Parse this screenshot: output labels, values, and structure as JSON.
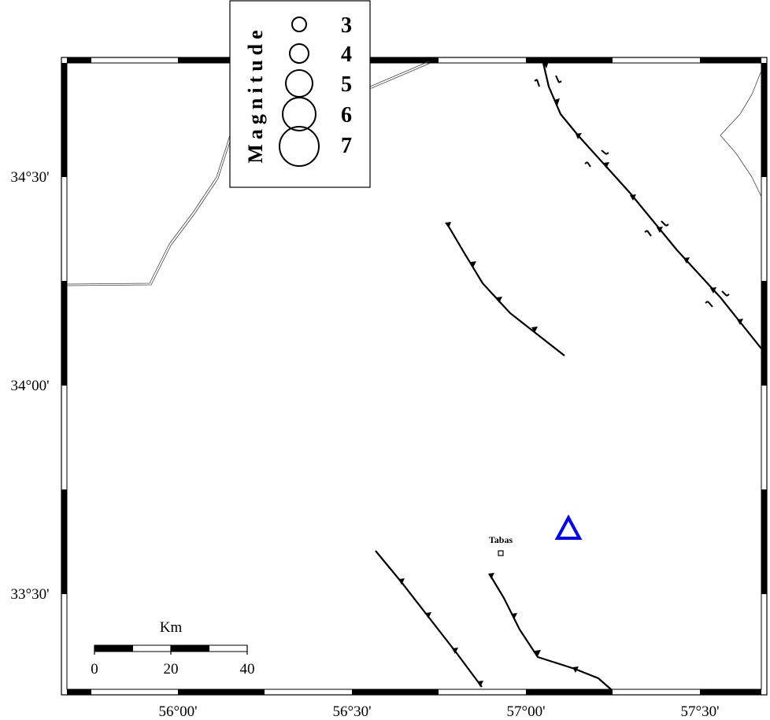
{
  "axes": {
    "x_ticks": [
      "56°00'",
      "56°30'",
      "57°00'",
      "57°30'"
    ],
    "y_ticks": [
      "34°30'",
      "34°00'",
      "33°30'"
    ]
  },
  "legend": {
    "title": "Magnitude",
    "entries": [
      "3",
      "4",
      "5",
      "6",
      "7"
    ]
  },
  "scale_bar": {
    "unit": "Km",
    "labels": [
      "0",
      "20",
      "40"
    ]
  },
  "places": {
    "city": "Tabas"
  },
  "station": {
    "marker": "triangle-icon",
    "color": "#0000ff"
  }
}
